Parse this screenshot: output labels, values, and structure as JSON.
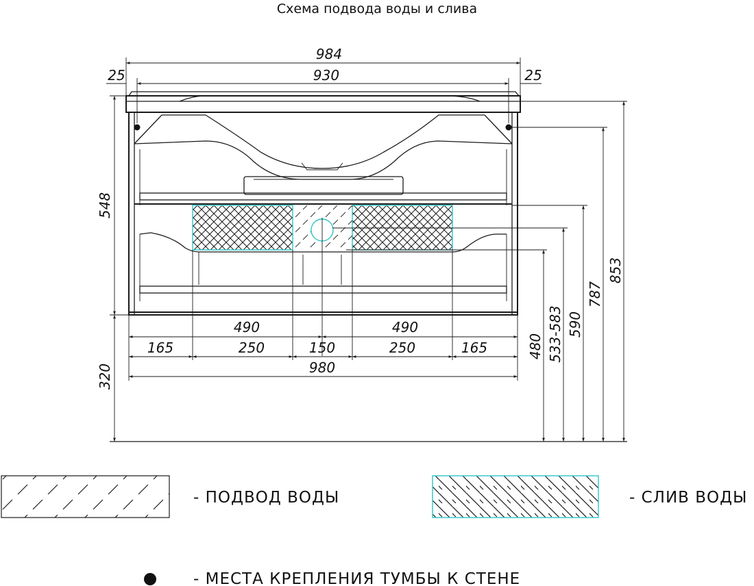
{
  "title": "Схема подвода воды и слива",
  "dimensions": {
    "overall_width": "984",
    "inner_width": "930",
    "offset_left": "25",
    "offset_right": "25",
    "cabinet_height": "548",
    "leg_height": "320",
    "bottom_total": "980",
    "zone_left": "490",
    "zone_right": "490",
    "seg_1": "165",
    "seg_2": "250",
    "seg_3": "150",
    "seg_4": "250",
    "seg_5": "165",
    "h_480": "480",
    "h_533_583": "533-583",
    "h_590": "590",
    "h_787": "787",
    "h_853": "853"
  },
  "legend": {
    "water_supply": "- ПОДВОД  ВОДЫ",
    "water_drain": "- СЛИВ  ВОДЫ",
    "mounting_points": "- МЕСТА  КРЕПЛЕНИЯ  ТУМБЫ  К  СТЕНЕ"
  },
  "colors": {
    "line": "#1a1a1a",
    "drain_outline": "#2ec4c4",
    "background": "#ffffff"
  }
}
